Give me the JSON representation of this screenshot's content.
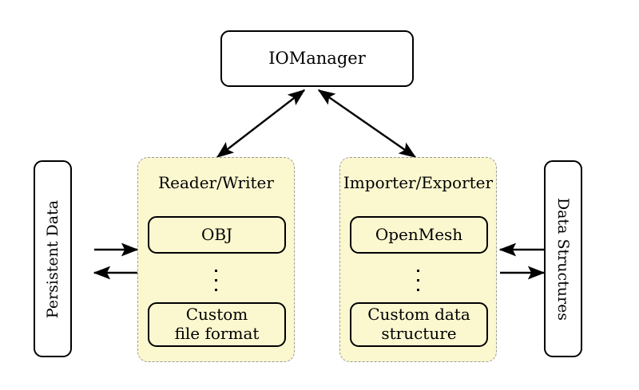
{
  "diagram": {
    "title_node": {
      "label": "IOManager"
    },
    "left_side_box": {
      "label": "Persistent Data"
    },
    "right_side_box": {
      "label": "Data Structures"
    },
    "groups": [
      {
        "name": "reader-writer",
        "title": "Reader/Writer",
        "items": [
          {
            "label": "OBJ"
          },
          {
            "label": "Custom\nfile format",
            "line1": "Custom",
            "line2": "file format"
          }
        ],
        "ellipsis": "vertical-dots"
      },
      {
        "name": "importer-exporter",
        "title": "Importer/Exporter",
        "items": [
          {
            "label": "OpenMesh"
          },
          {
            "label": "Custom data\nstructure",
            "line1": "Custom data",
            "line2": "structure"
          }
        ],
        "ellipsis": "vertical-dots"
      }
    ],
    "connectors": [
      {
        "name": "iomanager-to-reader-writer",
        "style": "double-headed-arrow"
      },
      {
        "name": "iomanager-to-importer-exporter",
        "style": "double-headed-arrow"
      },
      {
        "name": "persistent-data-to-reader-writer",
        "style": "single-arrow-right"
      },
      {
        "name": "reader-writer-to-persistent-data",
        "style": "single-arrow-left"
      },
      {
        "name": "data-structures-to-importer-exporter",
        "style": "single-arrow-left"
      },
      {
        "name": "importer-exporter-to-data-structures",
        "style": "single-arrow-right"
      }
    ],
    "colors": {
      "panel_fill": "#fbf8d0",
      "panel_border": "#9b9b9b",
      "node_border": "#000000",
      "background": "#ffffff"
    }
  }
}
